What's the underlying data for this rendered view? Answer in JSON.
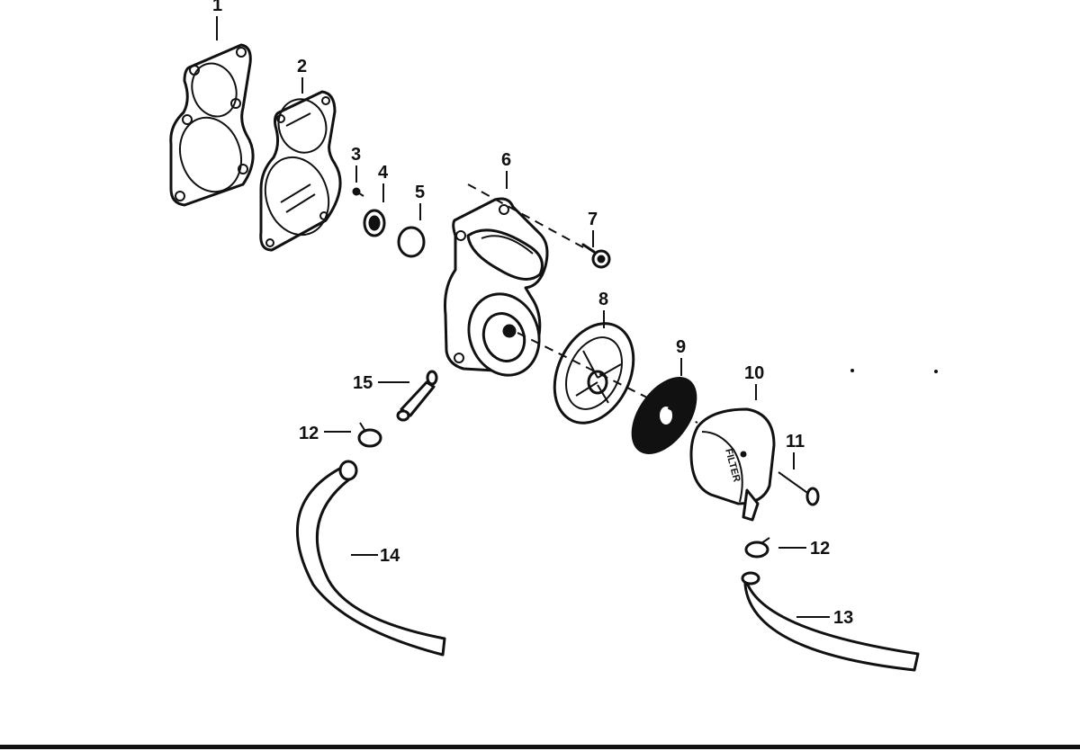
{
  "callouts": {
    "c1": "1",
    "c2": "2",
    "c3": "3",
    "c4": "4",
    "c5": "5",
    "c6": "6",
    "c7": "7",
    "c8": "8",
    "c9": "9",
    "c10": "10",
    "c11": "11",
    "c12a": "12",
    "c12b": "12",
    "c13": "13",
    "c14": "14",
    "c15": "15"
  },
  "filter_text": "FILTER",
  "colors": {
    "ink": "#111111",
    "paper": "#ffffff"
  }
}
